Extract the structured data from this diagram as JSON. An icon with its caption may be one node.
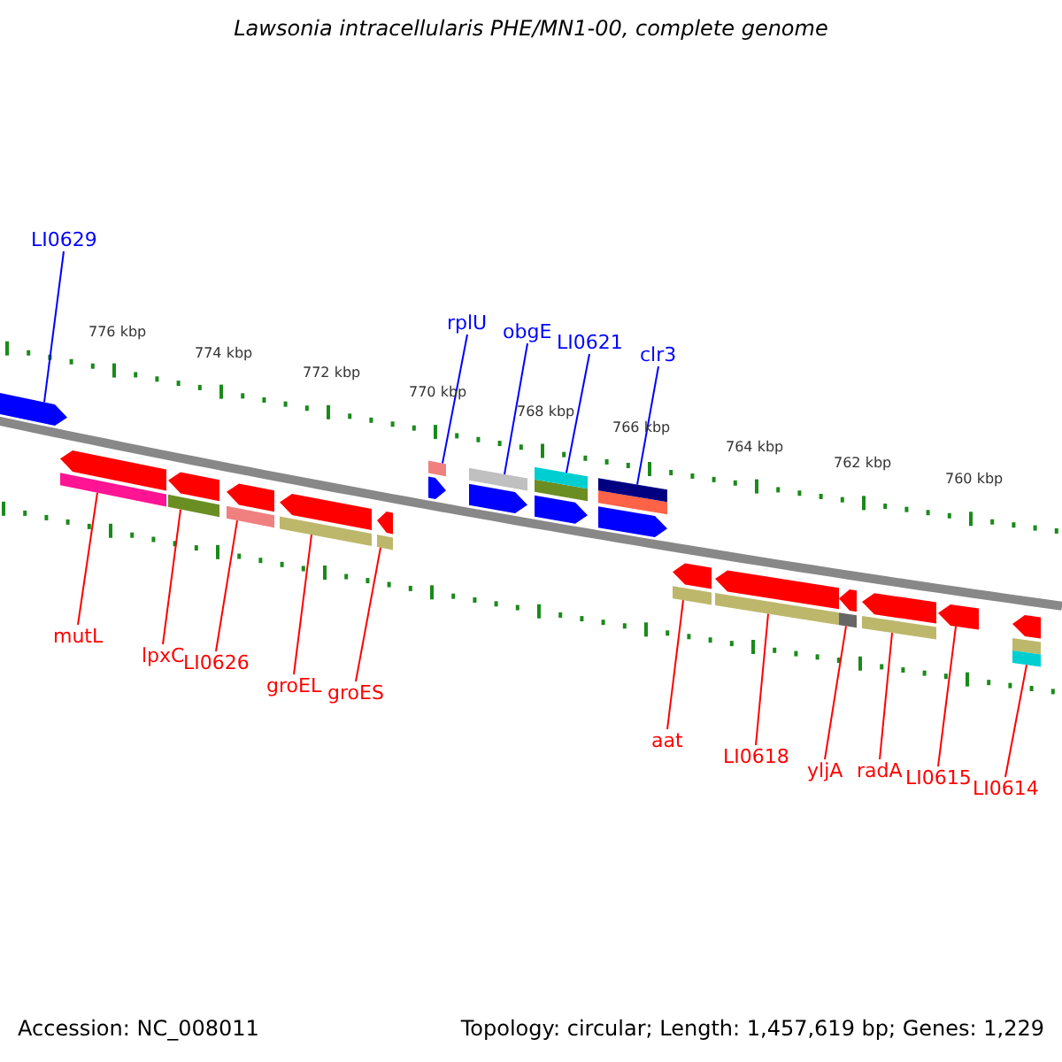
{
  "diagram": {
    "title": "Lawsonia intracellularis PHE/MN1-00, complete genome",
    "nodes": [
      {
        "text": [
          "LI0629"
        ]
      },
      {
        "text": [],
        "shape": "arrow"
      },
      {
        "text": [
          "rplU"
        ]
      },
      {
        "text": [],
        "shape": "arrow"
      },
      {
        "text": [
          "obgE"
        ]
      },
      {
        "text": [],
        "shape": "arrow"
      },
      {
        "text": [
          "LI0621"
        ]
      },
      {
        "text": [],
        "shape": "arrow"
      },
      {
        "text": [
          "clr3"
        ]
      },
      {
        "text": [],
        "shape": "arrow"
      },
      {
        "text": [
          "mutL"
        ]
      },
      {
        "text": [],
        "shape": "arrow"
      },
      {
        "text": [
          "lpxC"
        ]
      },
      {
        "text": [],
        "shape": "arrow"
      },
      {
        "text": [
          "LI0626"
        ]
      },
      {
        "text": [],
        "shape": "arrow"
      },
      {
        "text": [
          "groEL"
        ]
      },
      {
        "text": [],
        "shape": "arrow"
      },
      {
        "text": [
          "groES"
        ]
      },
      {
        "text": [],
        "shape": "arrow"
      },
      {
        "text": [
          "aat"
        ]
      },
      {
        "text": [],
        "shape": "arrow"
      },
      {
        "text": [
          "LI0618"
        ]
      },
      {
        "text": [],
        "shape": "arrow"
      },
      {
        "text": [
          "yljA"
        ]
      },
      {
        "text": [],
        "shape": "arrow"
      },
      {
        "text": [
          "radA"
        ]
      },
      {
        "text": [],
        "shape": "arrow"
      },
      {
        "text": [
          "LI0615"
        ]
      },
      {
        "text": [],
        "shape": "arrow"
      },
      {
        "text": [
          "LI0614"
        ]
      },
      {
        "text": [],
        "shape": "arrow"
      }
    ],
    "edges": [
      {
        "from": 0,
        "to": 1,
        "arrow": "none",
        "color": "#0000ff"
      },
      {
        "from": 2,
        "to": 3,
        "arrow": "none",
        "color": "#0000ff"
      },
      {
        "from": 4,
        "to": 5,
        "arrow": "none",
        "color": "#0000ff"
      },
      {
        "from": 6,
        "to": 7,
        "arrow": "none",
        "color": "#0000ff"
      },
      {
        "from": 8,
        "to": 9,
        "arrow": "none",
        "color": "#0000ff"
      },
      {
        "from": 10,
        "to": 11,
        "arrow": "none"
      },
      {
        "from": 12,
        "to": 13,
        "arrow": "none"
      },
      {
        "from": 14,
        "to": 15,
        "arrow": "none"
      },
      {
        "from": 16,
        "to": 17,
        "arrow": "none"
      },
      {
        "from": 18,
        "to": 19,
        "arrow": "none"
      },
      {
        "from": 20,
        "to": 21,
        "arrow": "none"
      },
      {
        "from": 22,
        "to": 23,
        "arrow": "none"
      },
      {
        "from": 24,
        "to": 25,
        "arrow": "none"
      },
      {
        "from": 26,
        "to": 27,
        "arrow": "none"
      },
      {
        "from": 28,
        "to": 29,
        "arrow": "none"
      },
      {
        "from": 30,
        "to": 31,
        "arrow": "none"
      }
    ],
    "labels": [
      "776 kbp",
      "774 kbp",
      "772 kbp",
      "770 kbp",
      "768 kbp",
      "766 kbp",
      "764 kbp",
      "762 kbp",
      "760 kbp",
      "Accession: NC_008011",
      "Topology: circular; Length: 1,457,619 bp; Genes: 1,229"
    ]
  }
}
